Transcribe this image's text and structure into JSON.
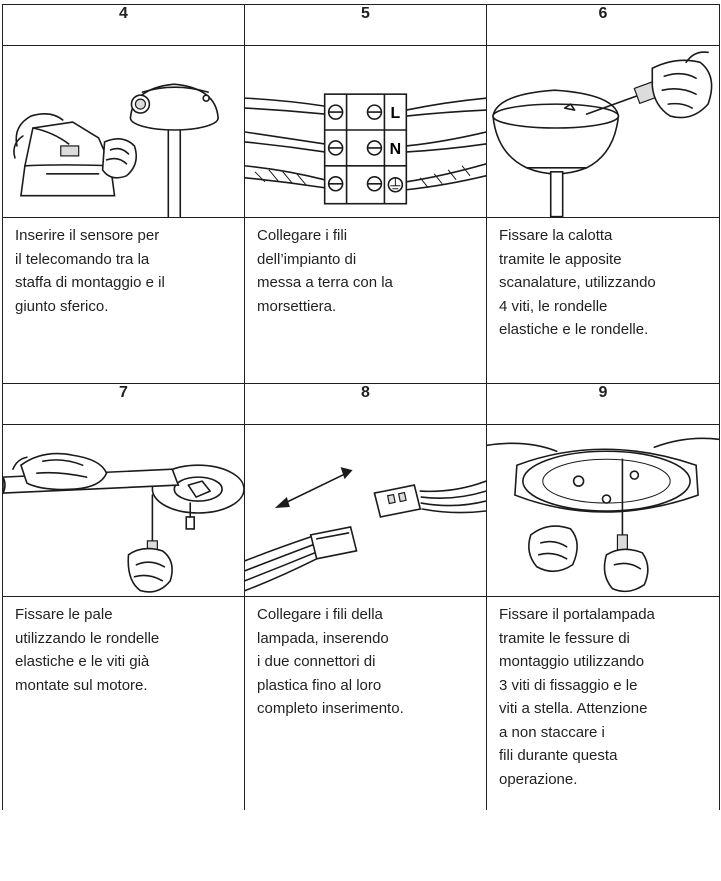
{
  "steps": [
    {
      "number": "4",
      "text": "Inserire il sensore per\nil telecomando tra la\nstaffa di montaggio e il\ngiunto sferico."
    },
    {
      "number": "5",
      "text": "Collegare i fili\ndell’impianto di\nmessa a terra con la\nmorsettiera.",
      "terminal_labels": [
        "L",
        "N"
      ]
    },
    {
      "number": "6",
      "text": "Fissare la calotta\ntramite le apposite\nscanalature, utilizzando\n4 viti, le rondelle\nelastiche e le rondelle."
    },
    {
      "number": "7",
      "text": "Fissare le pale\nutilizzando le rondelle\nelastiche e le viti già\nmontate sul motore."
    },
    {
      "number": "8",
      "text": "Collegare i fili della\nlampada, inserendo\ni due connettori di\nplastica fino al loro\ncompleto inserimento."
    },
    {
      "number": "9",
      "text": "Fissare il portalampada\ntramite le fessure di\nmontaggio utilizzando\n3 viti di fissaggio e le\nviti a stella. Attenzione\na non staccare i\nfili durante questa\noperazione."
    }
  ]
}
